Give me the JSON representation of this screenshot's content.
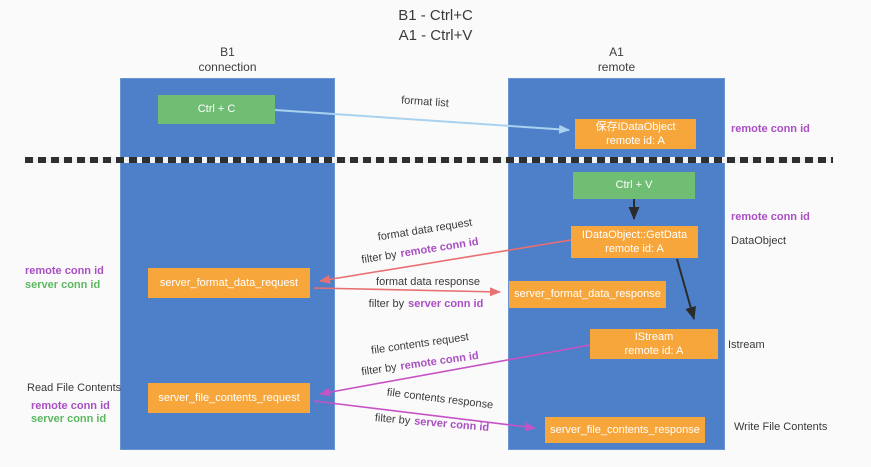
{
  "title": {
    "line1": "B1 - Ctrl+C",
    "line2": "A1 - Ctrl+V"
  },
  "lanes": {
    "left": {
      "name": "B1",
      "role": "connection"
    },
    "right": {
      "name": "A1",
      "role": "remote"
    }
  },
  "nodes": {
    "ctrl_c": {
      "label": "Ctrl + C"
    },
    "save_idataobject": {
      "line1": "保存IDataObject",
      "line2": "remote id: A"
    },
    "ctrl_v": {
      "label": "Ctrl + V"
    },
    "getdata": {
      "line1": "IDataObject::GetData",
      "line2": "remote id: A"
    },
    "format_request": {
      "label": "server_format_data_request"
    },
    "format_response": {
      "label": "server_format_data_response"
    },
    "istream": {
      "line1": "IStream",
      "line2": "remote id: A"
    },
    "file_request": {
      "label": "server_file_contents_request"
    },
    "file_response": {
      "label": "server_file_contents_response"
    }
  },
  "labels": {
    "format_list": "format list",
    "format_data_request": "format data request",
    "format_data_response": "format data response",
    "file_contents_request": "file contents request",
    "file_contents_response": "file contents response",
    "filter_by": "filter by",
    "remote_conn_id": "remote conn id",
    "server_conn_id": "server conn id",
    "read_file_contents": "Read File Contents",
    "write_file_contents": "Write File Contents",
    "dataobject": "DataObject",
    "istream": "Istream"
  },
  "colors": {
    "lane_fill": "#4d80c8",
    "node_orange": "#f7a63c",
    "node_green": "#70be74",
    "arrow_red": "#e87070",
    "arrow_magenta": "#c653c6",
    "arrow_light_blue": "#a8d2ef",
    "arrow_black": "#2b2b2b",
    "text_purple": "#a94fc4",
    "text_green": "#5cb860",
    "background": "#fafafa"
  }
}
